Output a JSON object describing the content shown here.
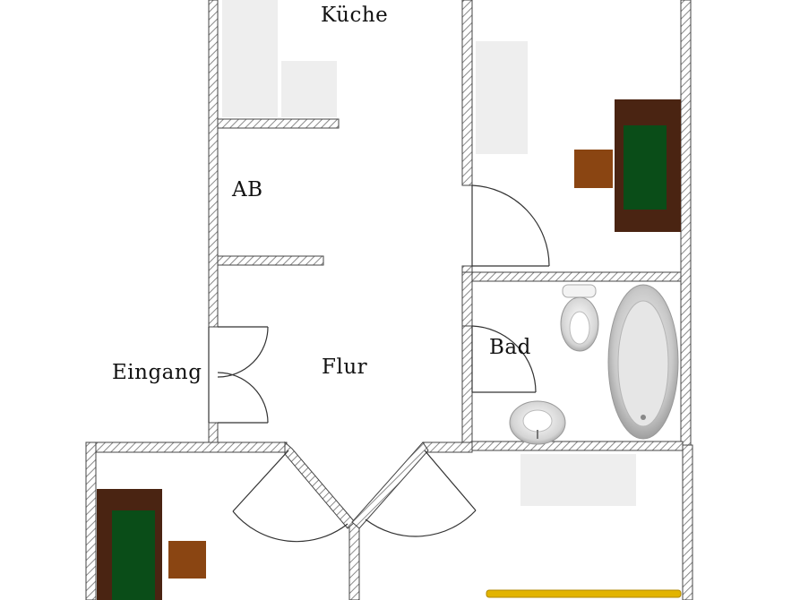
{
  "floor_plan": {
    "rooms": {
      "kueche": "Küche",
      "ab": "AB",
      "flur": "Flur",
      "eingang": "Eingang",
      "bad": "Bad"
    },
    "colors": {
      "wall_hatch": "#d8d8d8",
      "wall_outline": "#444444",
      "desk_wood": "#4a2412",
      "desk_surface": "#0a4d18",
      "chair": "#8a4512",
      "furniture_placeholder": "#eeeeee",
      "sanitary": "#bdbdbd",
      "bed_frame": "#e2b400"
    }
  }
}
